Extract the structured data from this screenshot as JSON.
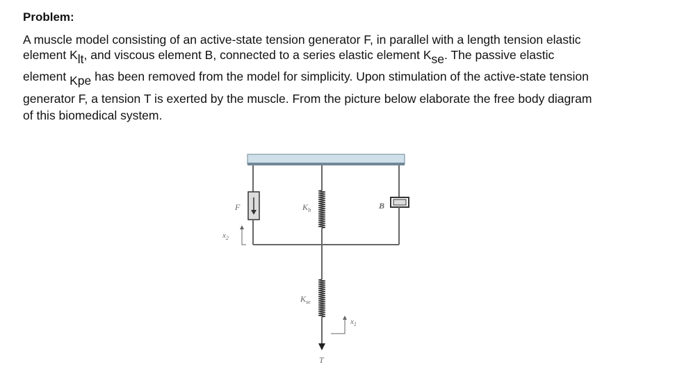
{
  "problem": {
    "heading": "Problem:",
    "lines": [
      {
        "a": "A muscle model consisting of an active-state tension generator F, in parallel with a length tension elastic"
      },
      {
        "a": "element K",
        "sub": "lt",
        "b": ", and viscous element B, connected to a series elastic element K",
        "sub2": "se",
        "c": ". The passive elastic"
      },
      {
        "a": "element ",
        "sub": "Kpe",
        "b": " has been removed from the model for simplicity. Upon stimulation of the active-state tension"
      },
      {
        "a": "generator F, a tension T is exerted by the muscle. From the picture below elaborate the free body diagram"
      },
      {
        "a": "of this biomedical system."
      }
    ]
  },
  "figure": {
    "label_F": "F",
    "label_Klt": "K",
    "label_Klt_sub": "lt",
    "label_B": "B",
    "label_x2": "x",
    "label_x2_sub": "2",
    "label_Kse": "K",
    "label_Kse_sub": "se",
    "label_x1": "x",
    "label_x1_sub": "1",
    "label_T": "T",
    "colors": {
      "ceiling_fill": "#cfe0ea",
      "ceiling_stroke": "#6f8896",
      "wire": "#666666",
      "spring": "#2a2a2a",
      "box_fill": "#dcdcdc",
      "label": "#666666"
    }
  }
}
